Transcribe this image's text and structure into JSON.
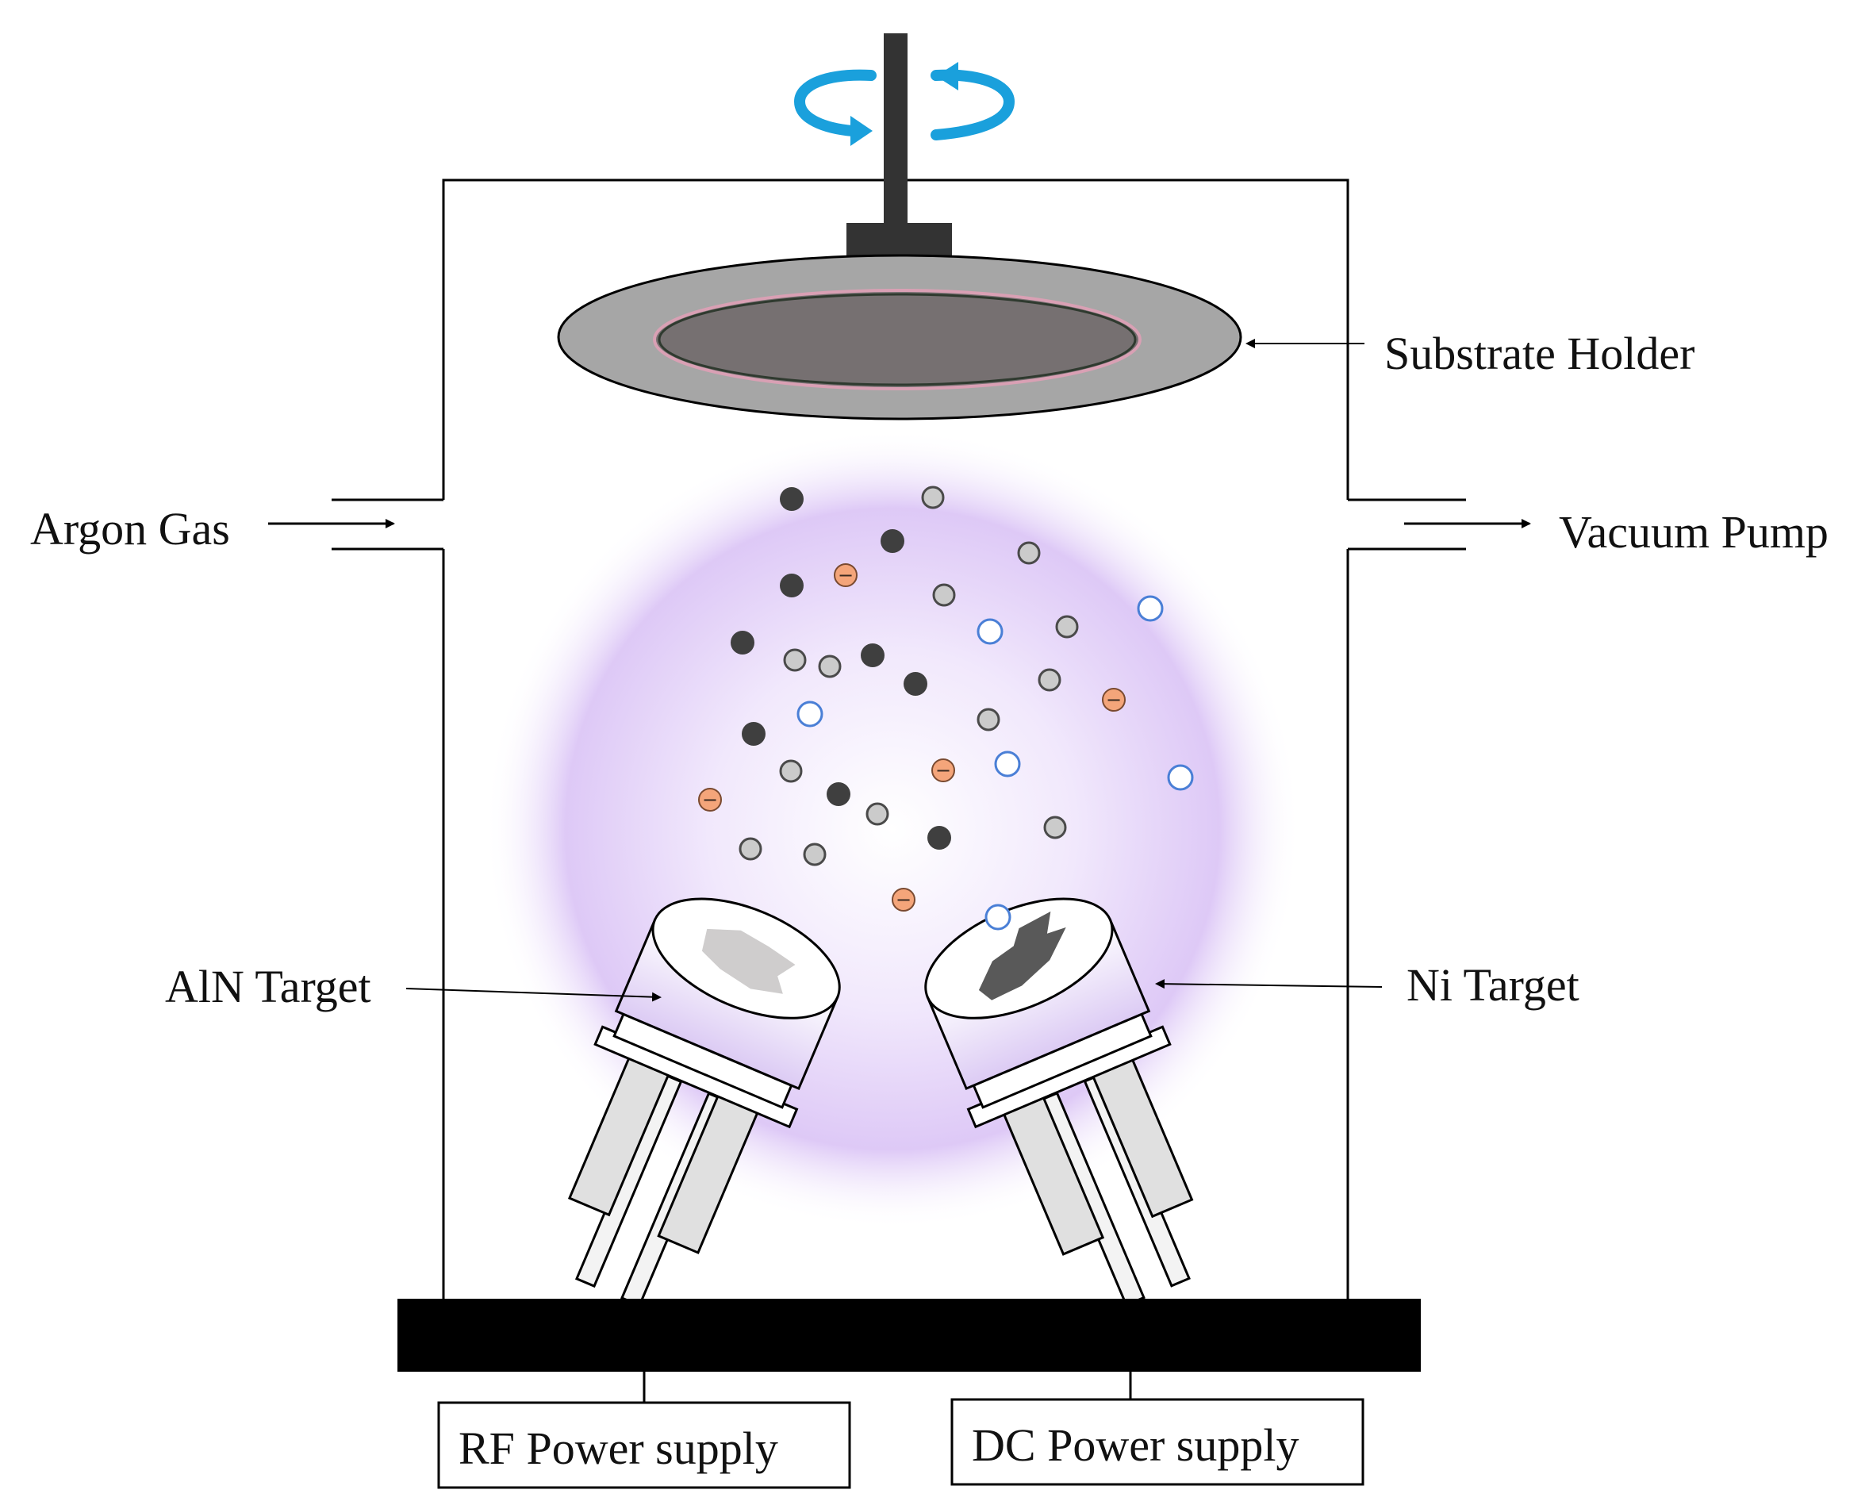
{
  "labels": {
    "substrate_holder": "Substrate Holder",
    "argon_gas": "Argon Gas",
    "vacuum_pump": "Vacuum Pump",
    "aln_target": "AlN Target",
    "ni_target": "Ni Target",
    "rf_power": "RF Power supply",
    "dc_power": "DC Power supply"
  },
  "particle_symbols": {
    "electron": "−"
  },
  "colors": {
    "plasma": "#c9a8f0",
    "rotation_arrow": "#1aa0dc",
    "holder_outer": "#a6a6a6",
    "holder_inner": "#767071",
    "shaft": "#333333",
    "base_plate": "#000000",
    "aln_target_surface": "#cfcdcd",
    "ni_target_surface": "#595959",
    "dark_particle": "#3f3f3f",
    "light_particle": "#cbcbcb",
    "electron": "#f4a57a",
    "ion_outline": "#4a7fd6"
  }
}
